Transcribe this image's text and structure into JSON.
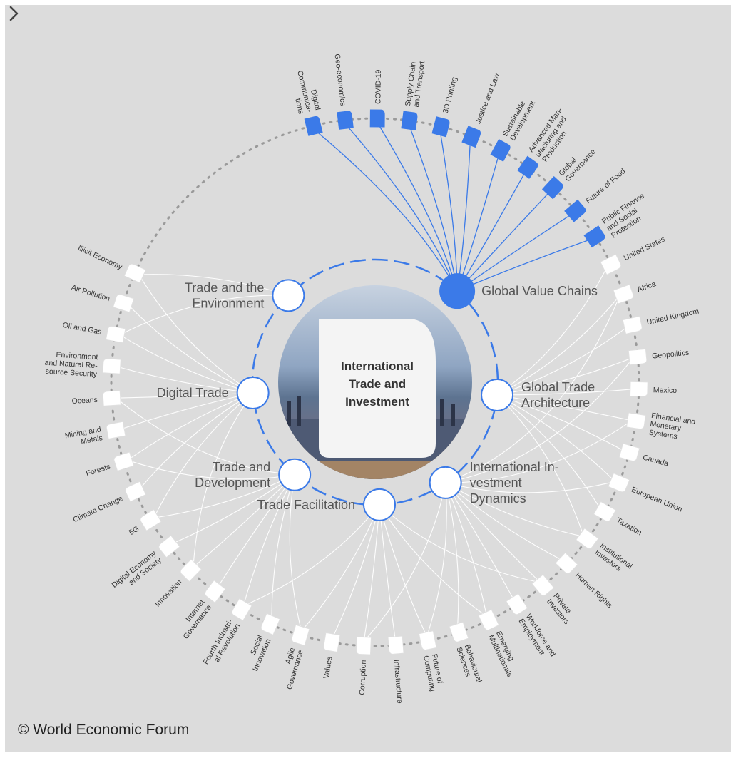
{
  "center": {
    "title_lines": [
      "International",
      "Trade and",
      "Investment"
    ]
  },
  "key_topics": [
    {
      "id": "gvc",
      "lines": [
        "Global Value Chains"
      ],
      "angle": 42,
      "filled": true,
      "anchor": "start"
    },
    {
      "id": "gta",
      "lines": [
        "Global Trade",
        "Architecture"
      ],
      "angle": 96,
      "filled": false,
      "anchor": "start"
    },
    {
      "id": "iid",
      "lines": [
        "International In-",
        "vestment",
        "Dynamics"
      ],
      "angle": 145,
      "filled": false,
      "anchor": "start"
    },
    {
      "id": "tf",
      "lines": [
        "Trade Facilitation"
      ],
      "angle": 178,
      "filled": false,
      "anchor": "end"
    },
    {
      "id": "td",
      "lines": [
        "Trade and",
        "Development"
      ],
      "angle": 221,
      "filled": false,
      "anchor": "end"
    },
    {
      "id": "dt",
      "lines": [
        "Digital Trade"
      ],
      "angle": 265,
      "filled": false,
      "anchor": "end"
    },
    {
      "id": "te",
      "lines": [
        "Trade and the",
        "Environment"
      ],
      "angle": 315,
      "filled": false,
      "anchor": "end"
    }
  ],
  "outer_topics": [
    {
      "lines": [
        "Digital",
        "Communica-",
        "tions"
      ],
      "angle": -13.5,
      "highlight": true
    },
    {
      "lines": [
        "Geo-economics"
      ],
      "angle": -6.5,
      "highlight": true
    },
    {
      "lines": [
        "COVID-19"
      ],
      "angle": 0.5,
      "highlight": true
    },
    {
      "lines": [
        "Supply Chain",
        "and Transport"
      ],
      "angle": 7.5,
      "highlight": true
    },
    {
      "lines": [
        "3D Printing"
      ],
      "angle": 14.5,
      "highlight": true
    },
    {
      "lines": [
        "Justice and Law"
      ],
      "angle": 21.5,
      "highlight": true
    },
    {
      "lines": [
        "Sustainable",
        "Development"
      ],
      "angle": 28.5,
      "highlight": true
    },
    {
      "lines": [
        "Advanced Man-",
        "ufacturing and",
        "Production"
      ],
      "angle": 35.5,
      "highlight": true
    },
    {
      "lines": [
        "Global",
        "Governance"
      ],
      "angle": 42.5,
      "highlight": true
    },
    {
      "lines": [
        "Future of Food"
      ],
      "angle": 49.5,
      "highlight": true
    },
    {
      "lines": [
        "Public Finance",
        "and Social",
        "Protection"
      ],
      "angle": 56.5,
      "highlight": true
    },
    {
      "lines": [
        "United States"
      ],
      "angle": 63.5,
      "highlight": false
    },
    {
      "lines": [
        "Africa"
      ],
      "angle": 70.5,
      "highlight": false
    },
    {
      "lines": [
        "United Kingdom"
      ],
      "angle": 77.5,
      "highlight": false
    },
    {
      "lines": [
        "Geopolitics"
      ],
      "angle": 84.5,
      "highlight": false
    },
    {
      "lines": [
        "Mexico"
      ],
      "angle": 91.5,
      "highlight": false
    },
    {
      "lines": [
        "Financial and",
        "Monetary",
        "Systems"
      ],
      "angle": 98.5,
      "highlight": false
    },
    {
      "lines": [
        "Canada"
      ],
      "angle": 105.5,
      "highlight": false
    },
    {
      "lines": [
        "European Union"
      ],
      "angle": 112.5,
      "highlight": false
    },
    {
      "lines": [
        "Taxation"
      ],
      "angle": 119.5,
      "highlight": false
    },
    {
      "lines": [
        "Institutional",
        "Investors"
      ],
      "angle": 126.5,
      "highlight": false
    },
    {
      "lines": [
        "Human Rights"
      ],
      "angle": 133.5,
      "highlight": false
    },
    {
      "lines": [
        "Private",
        "Investors"
      ],
      "angle": 140.5,
      "highlight": false
    },
    {
      "lines": [
        "Workforce and",
        "Employment"
      ],
      "angle": 147.5,
      "highlight": false
    },
    {
      "lines": [
        "Emerging",
        "Multinationals"
      ],
      "angle": 154.5,
      "highlight": false
    },
    {
      "lines": [
        "Behavioural",
        "Sciences"
      ],
      "angle": 161.5,
      "highlight": false
    },
    {
      "lines": [
        "Future of",
        "Computing"
      ],
      "angle": 168.5,
      "highlight": false
    },
    {
      "lines": [
        "Infrastructure"
      ],
      "angle": 175.5,
      "highlight": false
    },
    {
      "lines": [
        "Corruption"
      ],
      "angle": 182.5,
      "highlight": false
    },
    {
      "lines": [
        "Values"
      ],
      "angle": 189.5,
      "highlight": false
    },
    {
      "lines": [
        "Agile",
        "Governance"
      ],
      "angle": 196.5,
      "highlight": false
    },
    {
      "lines": [
        "Social",
        "Innovation"
      ],
      "angle": 203.5,
      "highlight": false
    },
    {
      "lines": [
        "Fourth Industri-",
        "al Revolution"
      ],
      "angle": 210.5,
      "highlight": false
    },
    {
      "lines": [
        "Internet",
        "Governance"
      ],
      "angle": 217.5,
      "highlight": false
    },
    {
      "lines": [
        "Innovation"
      ],
      "angle": 224.5,
      "highlight": false
    },
    {
      "lines": [
        "Digital Economy",
        "and Society"
      ],
      "angle": 231.5,
      "highlight": false
    },
    {
      "lines": [
        "5G"
      ],
      "angle": 238.5,
      "highlight": false
    },
    {
      "lines": [
        "Climate Change"
      ],
      "angle": 245.5,
      "highlight": false
    },
    {
      "lines": [
        "Forests"
      ],
      "angle": 252.5,
      "highlight": false
    },
    {
      "lines": [
        "Mining and",
        "Metals"
      ],
      "angle": 259.5,
      "highlight": false
    },
    {
      "lines": [
        "Oceans"
      ],
      "angle": 266.5,
      "highlight": false
    },
    {
      "lines": [
        "Environment",
        "and Natural Re-",
        "source Security"
      ],
      "angle": 273.5,
      "highlight": false
    },
    {
      "lines": [
        "Oil and Gas"
      ],
      "angle": 280.5,
      "highlight": false
    },
    {
      "lines": [
        "Air Pollution"
      ],
      "angle": 287.5,
      "highlight": false
    },
    {
      "lines": [
        "Illicit Economy"
      ],
      "angle": 294.5,
      "highlight": false
    }
  ],
  "colors": {
    "accent": "#3b7ae8",
    "link_white": "#ffffff",
    "dots": "#9a9a9a",
    "background": "#dcdcdc"
  },
  "footer": {
    "copyright": "© World Economic Forum"
  },
  "nav": {
    "next_icon": "chevron-right-icon"
  }
}
